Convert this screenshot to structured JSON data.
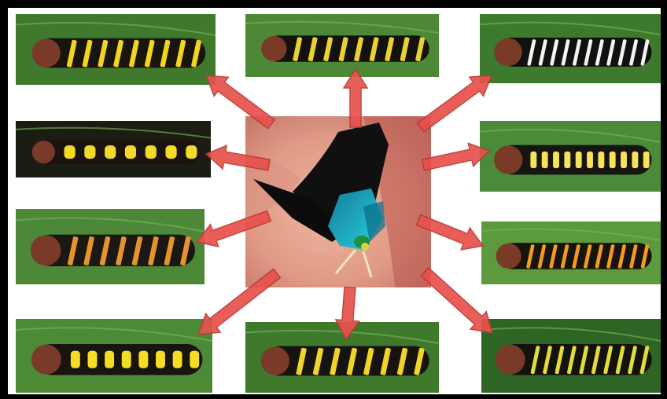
{
  "figure": {
    "center_photo": {
      "subject": "butterfly-on-hand",
      "wing_accent": "#1fb6c8"
    },
    "caterpillars": [
      {
        "band_color": "#f2d51c",
        "body_color": "#1a1410",
        "leaf": "#3f7a2c",
        "bands": 9,
        "style": "stripe"
      },
      {
        "band_color": "#e9d230",
        "body_color": "#14110e",
        "leaf": "#4c8836",
        "bands": 9,
        "style": "stripe"
      },
      {
        "band_color": "#f4f4ee",
        "body_color": "#111111",
        "leaf": "#3d7a2e",
        "bands": 11,
        "style": "stripe"
      },
      {
        "band_color": "#f3d92a",
        "body_color": "#1b1310",
        "leaf": "#1b1d12",
        "bands": 7,
        "style": "spot"
      },
      {
        "band_color": "#f5e35a",
        "body_color": "#171512",
        "leaf": "#4a8a38",
        "bands": 11,
        "style": "spot"
      },
      {
        "band_color": "#e8922a",
        "body_color": "#1a1714",
        "leaf": "#4c8838",
        "bands": 8,
        "style": "stripe"
      },
      {
        "band_color": "#f39a22",
        "body_color": "#17140f",
        "leaf": "#5c9a3e",
        "bands": 11,
        "style": "stripe"
      },
      {
        "band_color": "#f3de25",
        "body_color": "#1a1410",
        "leaf": "#4d8a36",
        "bands": 8,
        "style": "spot"
      },
      {
        "band_color": "#f0d42a",
        "body_color": "#171310",
        "leaf": "#3f7a2c",
        "bands": 8,
        "style": "stripe"
      },
      {
        "band_color": "#e3dd3a",
        "body_color": "#14120f",
        "leaf": "#2e6424",
        "bands": 10,
        "style": "stripe"
      }
    ],
    "arrow_color": "#e8514c",
    "arrow_edge": "#b93a36"
  }
}
